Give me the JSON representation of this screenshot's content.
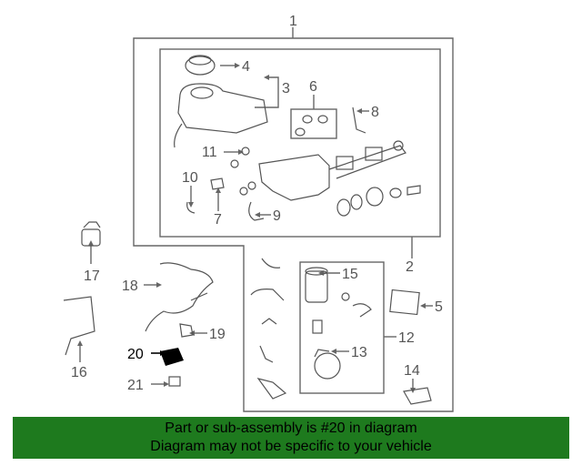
{
  "callouts": {
    "c1": "1",
    "c2": "2",
    "c3": "3",
    "c4": "4",
    "c5": "5",
    "c6": "6",
    "c7": "7",
    "c8": "8",
    "c9": "9",
    "c10": "10",
    "c11": "11",
    "c12": "12",
    "c13": "13",
    "c14": "14",
    "c15": "15",
    "c16": "16",
    "c17": "17",
    "c18": "18",
    "c19": "19",
    "c20": "20",
    "c21": "21"
  },
  "highlight_color": "#000000",
  "banner": {
    "line1": "Part or sub-assembly is #20 in diagram",
    "line2": "Diagram may not be specific to your vehicle",
    "background": "#1e7a1e"
  }
}
